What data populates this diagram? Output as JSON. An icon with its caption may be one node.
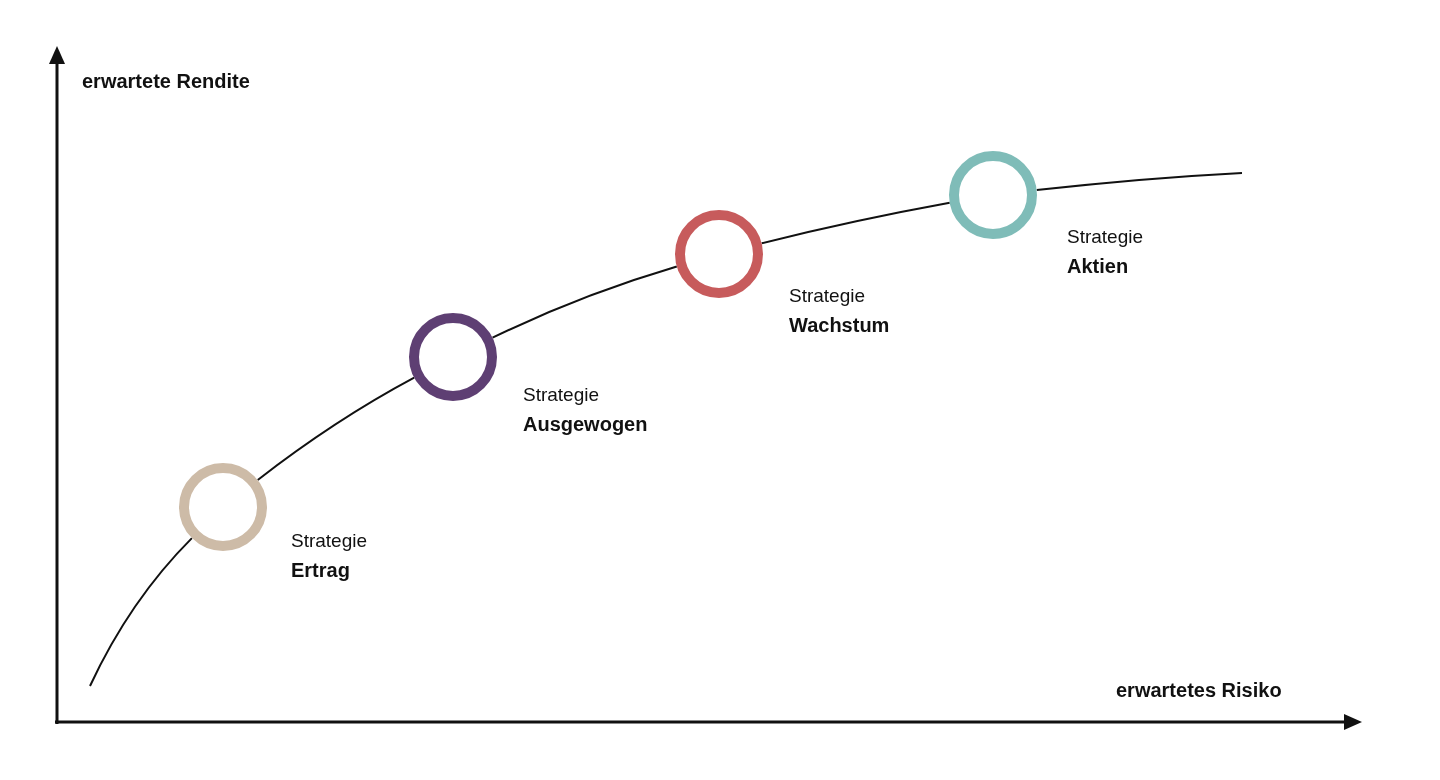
{
  "diagram": {
    "nodes": [
      {
        "text": [],
        "shape": "circle",
        "beside": [
          "Strategie",
          "Ertrag"
        ]
      },
      {
        "text": [],
        "shape": "circle",
        "beside": [
          "Strategie",
          "Ausgewogen"
        ]
      },
      {
        "text": [],
        "shape": "circle",
        "beside": [
          "Strategie",
          "Wachstum"
        ]
      },
      {
        "text": [],
        "shape": "circle",
        "beside": [
          "Strategie",
          "Aktien"
        ]
      }
    ],
    "edges": [
      {
        "from": null,
        "to": 0,
        "arrow": "none"
      },
      {
        "from": 0,
        "to": 1,
        "arrow": "none"
      },
      {
        "from": 1,
        "to": 2,
        "arrow": "none"
      },
      {
        "from": 2,
        "to": 3,
        "arrow": "none"
      },
      {
        "from": 3,
        "to": null,
        "arrow": "none"
      }
    ],
    "labels": [
      "erwartete Rendite",
      "erwartetes Risiko"
    ]
  }
}
